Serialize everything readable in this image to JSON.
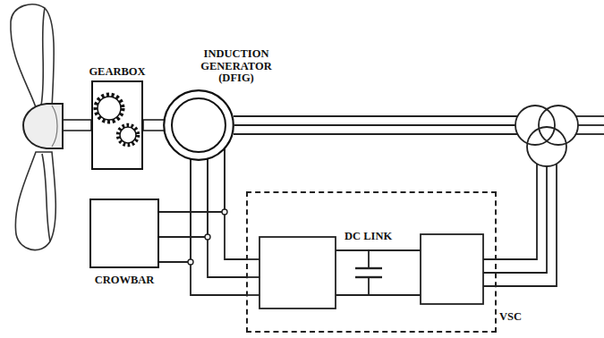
{
  "diagram": {
    "nodes": [
      {
        "text": [
          "GEARBOX"
        ]
      },
      {
        "text": [
          "INDUCTION GENERATOR (DFIG)"
        ]
      },
      {
        "text": [
          "CROWBAR"
        ]
      },
      {
        "text": [
          "VSC"
        ]
      }
    ],
    "edges": [
      {
        "from": 0,
        "to": 1,
        "arrow": "none"
      },
      {
        "from": 1,
        "to": 3,
        "arrow": "none"
      },
      {
        "from": 2,
        "to": 1,
        "arrow": "none"
      }
    ],
    "labels": [
      "DC LINK"
    ]
  }
}
